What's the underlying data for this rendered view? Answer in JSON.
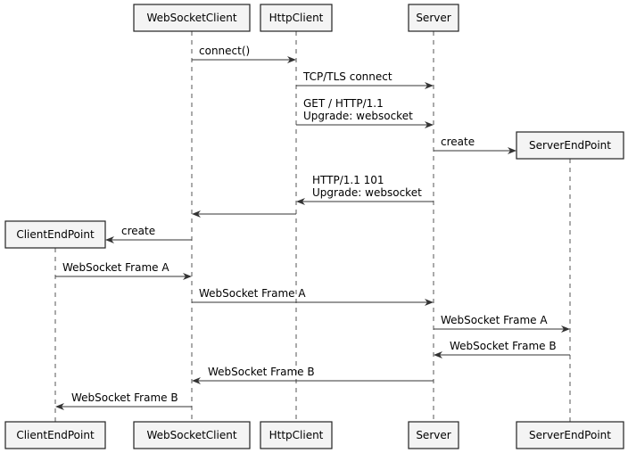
{
  "participants": [
    {
      "id": "wsc",
      "label": "WebSocketClient"
    },
    {
      "id": "http",
      "label": "HttpClient"
    },
    {
      "id": "srv",
      "label": "Server"
    },
    {
      "id": "sep",
      "label": "ServerEndPoint"
    },
    {
      "id": "cep",
      "label": "ClientEndPoint"
    }
  ],
  "messages": [
    {
      "from": "wsc",
      "to": "http",
      "lines": [
        "connect()"
      ]
    },
    {
      "from": "http",
      "to": "srv",
      "lines": [
        "TCP/TLS connect"
      ]
    },
    {
      "from": "http",
      "to": "srv",
      "lines": [
        "GET / HTTP/1.1",
        "Upgrade: websocket"
      ]
    },
    {
      "from": "srv",
      "to": "sep",
      "lines": [
        "create"
      ]
    },
    {
      "from": "srv",
      "to": "http",
      "lines": [
        "HTTP/1.1 101",
        "Upgrade: websocket"
      ]
    },
    {
      "from": "http",
      "to": "wsc",
      "lines": []
    },
    {
      "from": "wsc",
      "to": "cep",
      "lines": [
        "create"
      ]
    },
    {
      "from": "cep",
      "to": "wsc",
      "lines": [
        "WebSocket Frame A"
      ]
    },
    {
      "from": "wsc",
      "to": "srv",
      "lines": [
        "WebSocket Frame A"
      ]
    },
    {
      "from": "srv",
      "to": "sep",
      "lines": [
        "WebSocket Frame A"
      ]
    },
    {
      "from": "sep",
      "to": "srv",
      "lines": [
        "WebSocket Frame B"
      ]
    },
    {
      "from": "srv",
      "to": "wsc",
      "lines": [
        "WebSocket Frame B"
      ]
    },
    {
      "from": "wsc",
      "to": "cep",
      "lines": [
        "WebSocket Frame B"
      ]
    }
  ]
}
